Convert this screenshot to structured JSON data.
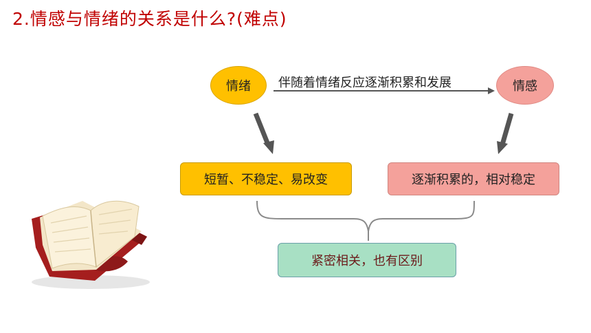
{
  "slide": {
    "title": "2.情感与情绪的关系是什么?(难点)"
  },
  "diagram": {
    "node_emotion": "情绪",
    "node_feeling": "情感",
    "edge_label": "伴随着情绪反应逐渐积累和发展",
    "emotion_trait": "短暂、不稳定、易改变",
    "feeling_trait": "逐渐积累的，相对稳定",
    "relationship": "紧密相关，也有区别"
  },
  "colors": {
    "title": "#c00000",
    "emotion": "#ffc000",
    "feeling": "#f4a19b",
    "relationship": "#a8e0c4",
    "relationship_text": "#6b1a1a"
  }
}
